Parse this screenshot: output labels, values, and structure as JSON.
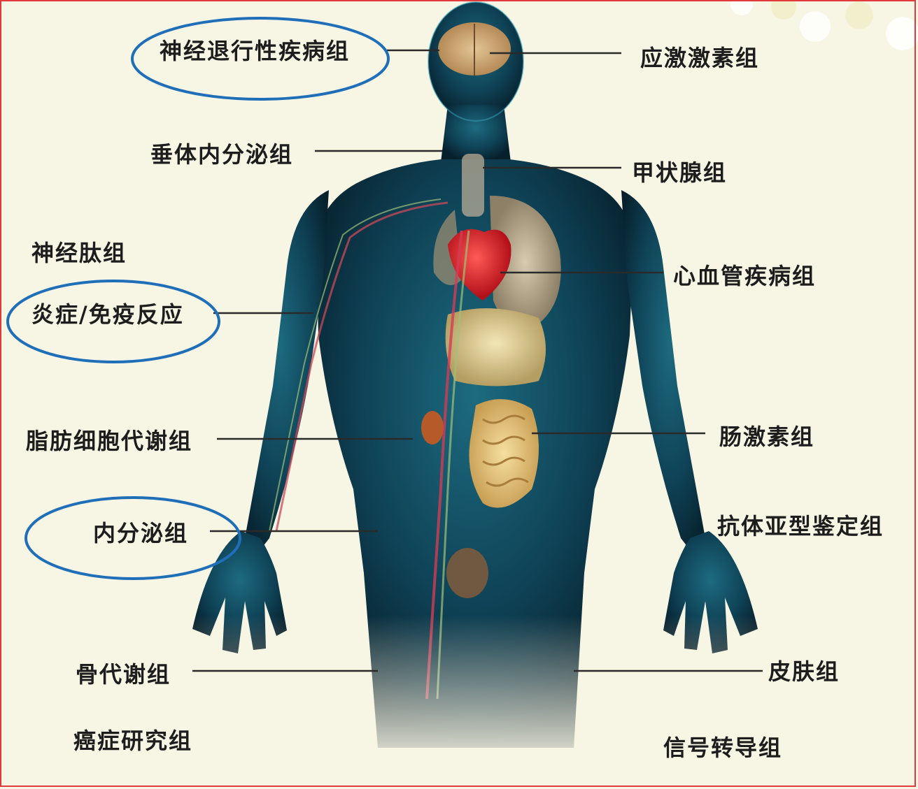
{
  "labels": {
    "neurodegenerative": "神经退行性疾病组",
    "stress_hormone": "应激激素组",
    "pituitary_endocrine": "垂体内分泌组",
    "thyroid": "甲状腺组",
    "neuropeptide": "神经肽组",
    "cardiovascular": "心血管疾病组",
    "inflammation_immune": "炎症/免疫反应",
    "adipocyte_metabolism": "脂肪细胞代谢组",
    "gut_hormone": "肠激素组",
    "antibody_isotyping": "抗体亚型鉴定组",
    "endocrine": "内分泌组",
    "bone_metabolism": "骨代谢组",
    "skin": "皮肤组",
    "cancer_research": "癌症研究组",
    "signal_transduction": "信号转导组"
  },
  "colors": {
    "background": "#f7f5e3",
    "body": "#0e3a4c",
    "body_glow": "#2a8aa0",
    "highlight_circle": "#1f6fb8",
    "frame": "#e23a3a"
  }
}
